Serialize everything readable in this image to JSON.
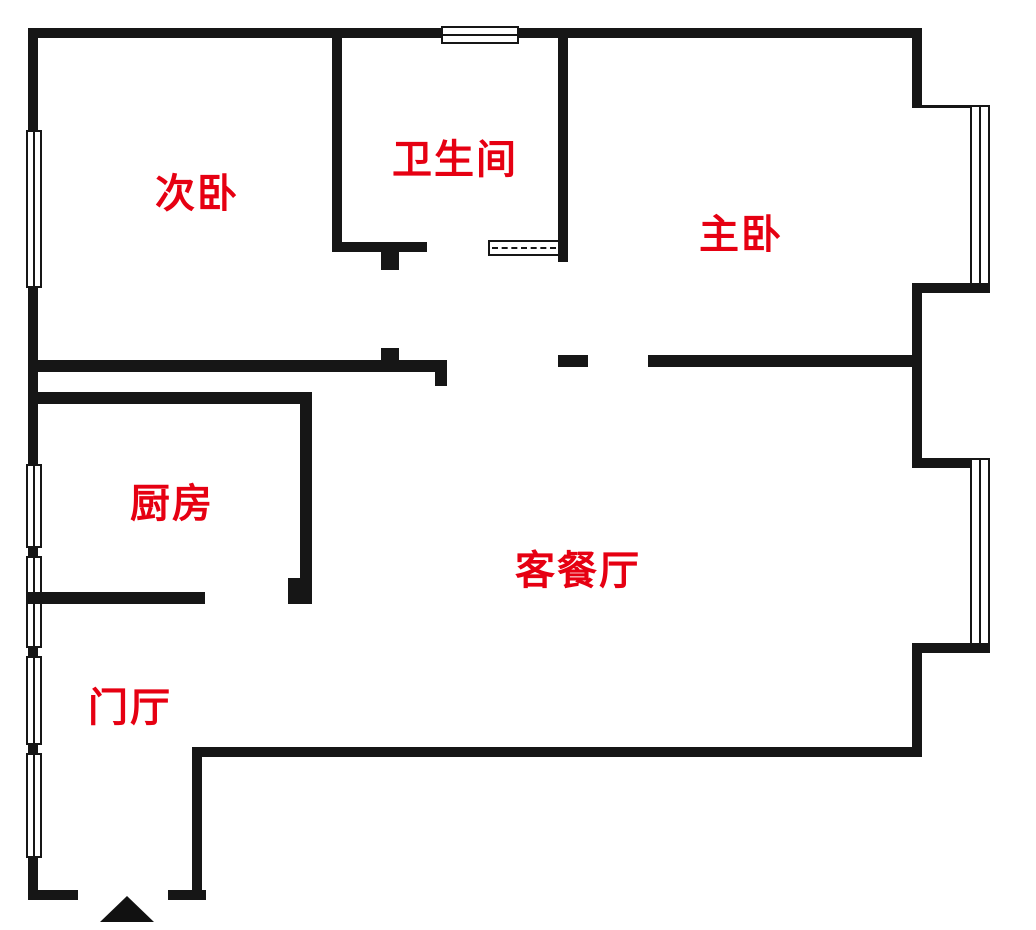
{
  "rooms": [
    {
      "id": "bedroom-second",
      "label": "次卧"
    },
    {
      "id": "bathroom",
      "label": "卫生间"
    },
    {
      "id": "bedroom-master",
      "label": "主卧"
    },
    {
      "id": "kitchen",
      "label": "厨房"
    },
    {
      "id": "living-dining",
      "label": "客餐厅"
    },
    {
      "id": "entry-hall",
      "label": "门厅"
    }
  ],
  "colors": {
    "room_label": "#e60012",
    "wall": "#161616",
    "background": "#ffffff"
  },
  "icons": {
    "entrance_marker": "triangle-up"
  }
}
